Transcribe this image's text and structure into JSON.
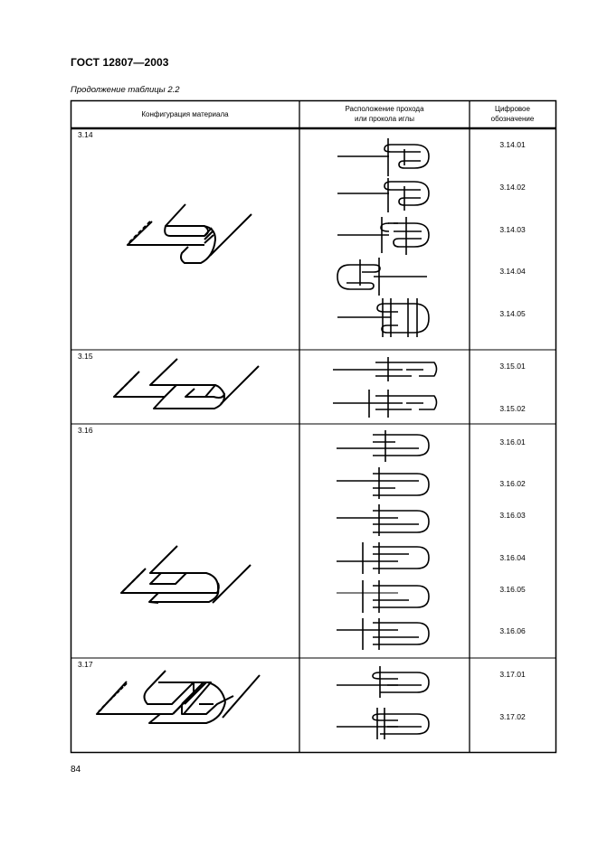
{
  "document": {
    "title": "ГОСТ 12807—2003",
    "caption": "Продолжение таблицы 2.2",
    "page_number": "84"
  },
  "table": {
    "headers": {
      "col1": "Конфигурация материала",
      "col2_line1": "Расположение прохода",
      "col2_line2": "или прокола иглы",
      "col3_line1": "Цифровое",
      "col3_line2": "обозначение"
    },
    "rows": [
      {
        "label": "3.14",
        "codes": [
          "3.14.01",
          "3.14.02",
          "3.14.03",
          "3.14.04",
          "3.14.05"
        ]
      },
      {
        "label": "3.15",
        "codes": [
          "3.15.01",
          "3.15.02"
        ]
      },
      {
        "label": "3.16",
        "codes": [
          "3.16.01",
          "3.16.02",
          "3.16.03",
          "3.16.04",
          "3.16.05",
          "3.16.06"
        ]
      },
      {
        "label": "3.17",
        "codes": [
          "3.17.01",
          "3.17.02"
        ]
      }
    ]
  },
  "colors": {
    "ink": "#000000",
    "paper": "#ffffff"
  }
}
